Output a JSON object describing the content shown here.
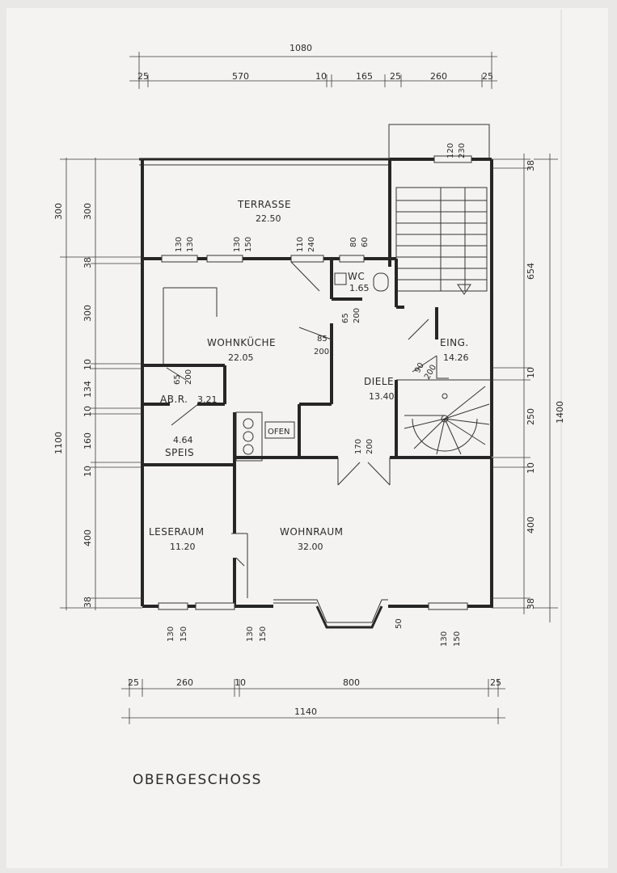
{
  "plan": {
    "title": "OBERGESCHOSS",
    "rooms": {
      "terrasse": {
        "name": "TERRASSE",
        "area": "22.50"
      },
      "wc": {
        "name": "WC",
        "area": "1.65"
      },
      "wohnkueche": {
        "name": "WOHNKÜCHE",
        "area": "22.05"
      },
      "eingang": {
        "name": "EING.",
        "area": "14.26"
      },
      "diele": {
        "name": "DIELE",
        "area": "13.40"
      },
      "abr": {
        "name": "AB.R.",
        "area": "3.21"
      },
      "speis": {
        "name": "SPEIS",
        "area": "4.64"
      },
      "ofen": {
        "name": "OFEN"
      },
      "leseraum": {
        "name": "LESERAUM",
        "area": "11.20"
      },
      "wohnraum": {
        "name": "WOHNRAUM",
        "area": "32.00"
      }
    },
    "dims_top": {
      "total": "1080",
      "parts": [
        "25",
        "570",
        "10",
        "165",
        "25",
        "260",
        "25"
      ]
    },
    "dims_bottom": {
      "total": "1140",
      "parts": [
        "25",
        "260",
        "10",
        "800",
        "25"
      ]
    },
    "dims_left_outer": {
      "upper": "300",
      "total": "1100"
    },
    "dims_left_inner": [
      "300",
      "38",
      "300",
      "10",
      "134",
      "10",
      "160",
      "10",
      "400",
      "38"
    ],
    "dims_right_inner": [
      "38",
      "654",
      "10",
      "250",
      "10",
      "400",
      "38"
    ],
    "dims_right_outer": {
      "total": "1400"
    },
    "openings": {
      "top_stair": [
        "120",
        "230"
      ],
      "terrace_window_1": [
        "130",
        "130"
      ],
      "terrace_window_2": [
        "130",
        "150"
      ],
      "terrace_door": [
        "110",
        "240"
      ],
      "wc_window": [
        "80",
        "60"
      ],
      "wc_door": [
        "65",
        "200"
      ],
      "kitchen_door": [
        "85",
        "200"
      ],
      "abr_door": [
        "65",
        "200"
      ],
      "entry_door": [
        "90",
        "200"
      ],
      "living_door": [
        "170",
        "200"
      ],
      "bottom_window_1": [
        "130",
        "150"
      ],
      "bottom_window_2": [
        "130",
        "150"
      ],
      "bottom_window_3": [
        "130",
        "150"
      ],
      "bay": "50"
    }
  }
}
